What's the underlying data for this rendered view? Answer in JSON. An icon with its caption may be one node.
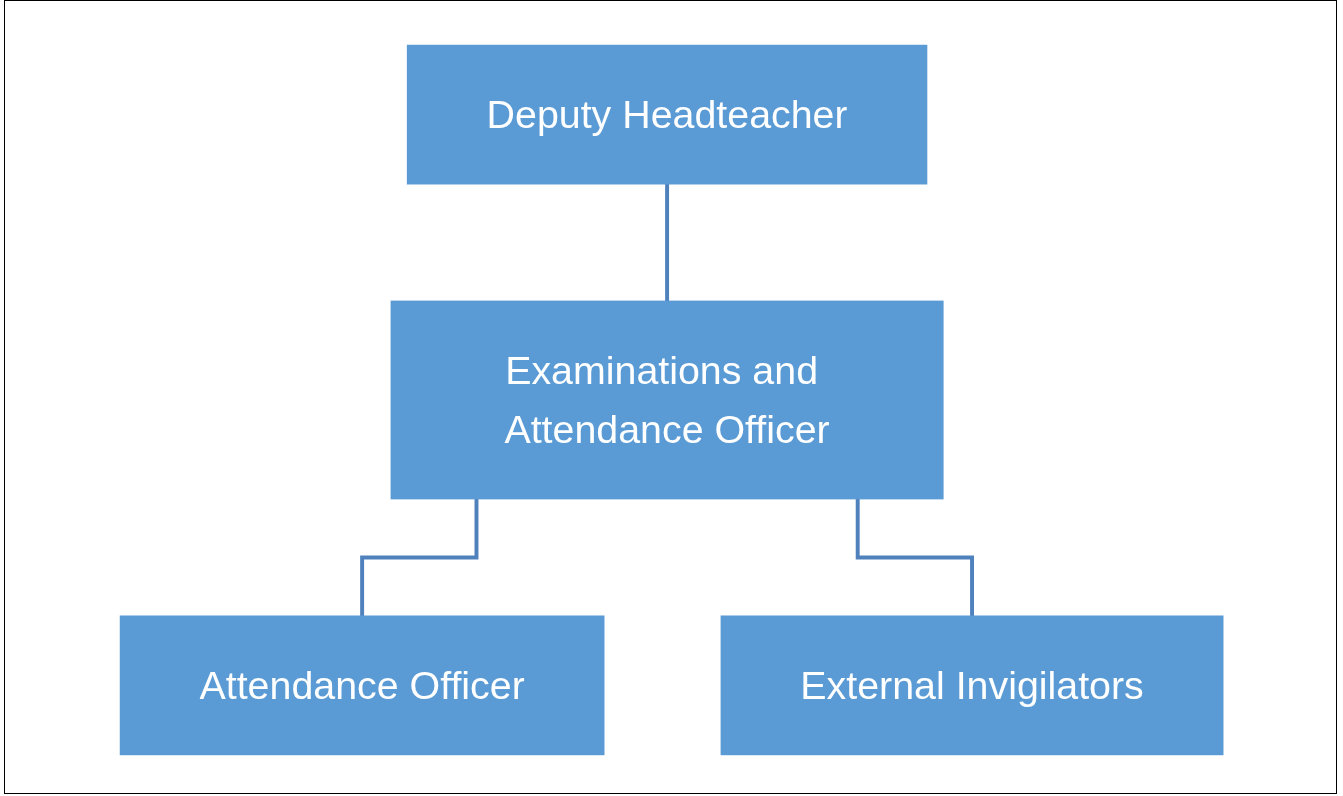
{
  "diagram": {
    "nodes": [
      {
        "text": [
          "Deputy Headteacher"
        ]
      },
      {
        "text": [
          "Examinations and Attendance Officer"
        ]
      },
      {
        "text": [
          "Attendance Officer"
        ]
      },
      {
        "text": [
          "External Invigilators"
        ]
      }
    ],
    "edges": [
      {
        "from": 0,
        "to": 1,
        "arrow": "none"
      },
      {
        "from": 1,
        "to": 2,
        "arrow": "none"
      },
      {
        "from": 1,
        "to": 3,
        "arrow": "none"
      }
    ]
  }
}
